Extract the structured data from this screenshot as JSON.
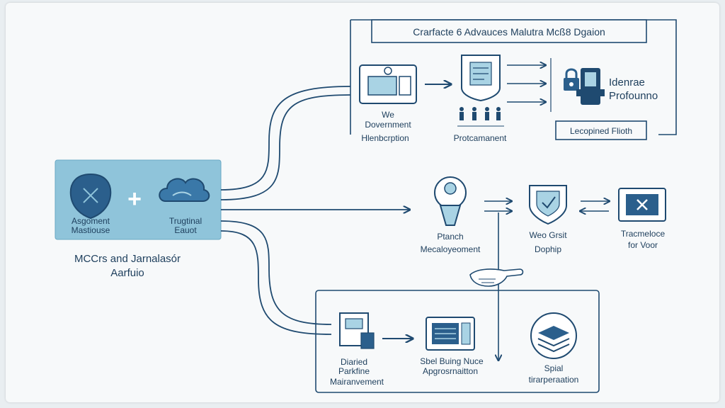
{
  "diagram": {
    "top_title": "Crarfacte 6 Advauces Malutra Mcß8 Dgaion",
    "left_box": {
      "item1": [
        "Asgoment",
        "Mastiouse"
      ],
      "plus": "+",
      "item2": [
        "Trugtinal",
        "Eauot"
      ]
    },
    "left_caption": [
      "MCCrs and Jarnalasór",
      "Aarfuio"
    ],
    "top_row": {
      "node1": [
        "We",
        "Dovernment",
        "Hlenbcrption"
      ],
      "node2": [
        "Protcamanent"
      ],
      "right_title": [
        "Idenrae",
        "Profounno"
      ],
      "right_box": "Lecopined Flioth"
    },
    "mid_row": {
      "node1": [
        "Ptanch",
        "Mecaloyeoment"
      ],
      "node2": [
        "Weo Grsit",
        "Dophip"
      ],
      "node3": [
        "Tracmeloce",
        "for Voor"
      ]
    },
    "bottom_row": {
      "node1": [
        "Diaried",
        "Parkfine",
        "Mairanvement"
      ],
      "node2": [
        "Sbel Buing Nuce",
        "Apgrosrnaitton"
      ],
      "node3": [
        "Spial",
        "tirarperaation"
      ]
    }
  },
  "colors": {
    "primary": "#1f4a70",
    "accent_light": "#a9d3e4",
    "left_box_fill": "#8fc4da"
  }
}
